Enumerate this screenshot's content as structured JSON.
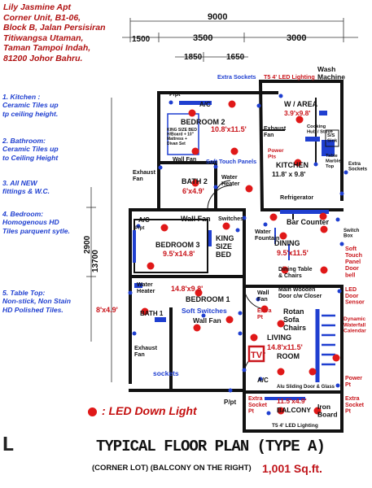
{
  "header": {
    "lines": [
      "Lily Jasmine Apt",
      "Corner Unit, B1-06,",
      "Block B, Jalan Persisiran",
      "Titiwangsa Utaman,",
      "Taman Tampoi Indah,",
      "81200 Johor Bahru."
    ]
  },
  "notes": {
    "kitchen": "1. Kitchen :\nCeramic Tiles up\ntp ceiling height.",
    "bathroom": "2. Bathroom:\nCeramic Tiles up\nto Ceiling Height",
    "fittings": "3. All NEW\nfittings & W.C.",
    "bedroom": "4. Bedroom:\nHomogenous HD\nTiles parquent sytle.",
    "tabletop": "5. Table Top:\nNon-stick, Non Stain\nHD Polished Tiles."
  },
  "dimensions": {
    "total_width": "9000",
    "top_1500": "1500",
    "top_3500": "3500",
    "top_3000": "3000",
    "sub_1850": "1850",
    "sub_1650": "1650",
    "left_2900": "2900",
    "left_13700": "13700"
  },
  "rooms": {
    "bedroom2": {
      "name": "BEDROOM 2",
      "size": "10.8'x11.5'",
      "detail": "KING SIZE BED\nH/Board + 10\"\nMattress +\nDivan Set"
    },
    "bath2": {
      "name": "BATH 2",
      "size": "6'x4.9'"
    },
    "warea": {
      "name": "W / AREA",
      "size": "3.9'x9.8'"
    },
    "kitchen": {
      "name": "KITCHEN",
      "size": "11.8' x 9.8'"
    },
    "bedroom3": {
      "name": "BEDROOM 3",
      "size": "9.5'x14.8'",
      "bed": "KING\nSIZE\nBED"
    },
    "dining": {
      "name": "DINING",
      "size": "9.5'x11.5'"
    },
    "bedroom1": {
      "name": "BEDROOM 1",
      "size": "14.8'x9.8'"
    },
    "bath1": {
      "name": "BATH 1",
      "size": "8'x4.9'"
    },
    "living": {
      "name": "LIVING",
      "size": "14.8'x11.5'",
      "room": "ROOM",
      "sofa": "Rotan\nSofa\nChairs"
    },
    "balcony": {
      "name": "BALCONY",
      "size": "11.5'x4.9'"
    }
  },
  "labels": {
    "extra_sockets_top": "Extra Sockets",
    "t5_top": "T5 4' LED Lighting",
    "wash_machine": "Wash\nMachine",
    "pp_1": "P/pt",
    "ac_1": "A/C",
    "exhaust_fan_k": "Exhaust\nFan",
    "cooking_hub": "Cooking\nHub / Stove",
    "ss_sink": "S/S\nSink",
    "power_pts": "Power\nPts",
    "table_marble": "Table\nMarble\nTop",
    "extra_sockets_r": "Extra\nSockets",
    "wall_fan_b2": "Wall Fan",
    "soft_touch": "Soft Touch Panels",
    "exhaust_fan_b2": "Exhaust\nFan",
    "water_heater_b2": "Water\nHeater",
    "refrigerator": "Refrigerator",
    "ac_2": "A/C",
    "pp_2": "P/pt",
    "wall_fan_b3": "Wall Fan",
    "switches_b3": "Switches",
    "bar_counter": "Bar Counter",
    "switch_box": "Switch\nBox",
    "water_fountain": "Water\nFountain",
    "soft_touch_door": "Soft\nTouch\nPanel\nDoor\nbell",
    "dining_chairs": "Dining Table\n& Chairs",
    "water_heater_b1": "Water\nHeater",
    "wall_fan_l": "Wall\nFan",
    "main_door": "Main Wooden\nDoor c/w Closer",
    "led_sensor": "LED\nDoor\nSensor",
    "extra_pt": "Extra\nPt",
    "soft_switches": "Soft Switches",
    "wall_fan_b1": "Wall Fan",
    "dynamic_calendar": "Dynamic\nWaterfall\nCalendar",
    "exhaust_fan_b1": "Exhaust\nFan",
    "sockets": "sockets",
    "tv": "TV",
    "ac_3": "A/C",
    "sliding_door": "Alu Sliding Door & Glass",
    "power_pt": "Power\nPt",
    "pp_3": "P/pt",
    "extra_socket_pt_l": "Extra\nSocket\nPt",
    "iron_board": "Iron\nBoard",
    "extra_socket_pt_r": "Extra\nSocket\nPt",
    "t5_bottom": "T5 4' LED Lighting"
  },
  "legend": {
    "label": ": LED Down Light"
  },
  "title": {
    "main": "TYPICAL FLOOR PLAN (TYPE A)",
    "subtitle": "(CORNER LOT) (BALCONY ON THE RIGHT)",
    "area": "1,001 Sq.ft.",
    "fragment": "L"
  },
  "colors": {
    "red": "#c9151b",
    "blue": "#1f3fd0",
    "wall": "#111111",
    "led": "#e01818"
  }
}
